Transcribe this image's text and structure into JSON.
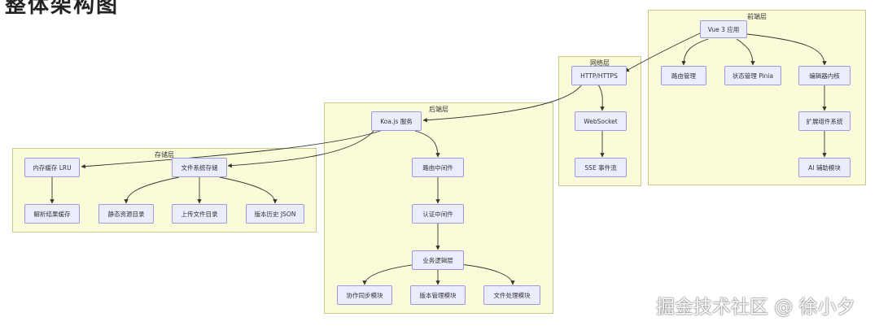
{
  "page_heading": "整体架构图",
  "layers": {
    "frontend": "前端层",
    "network": "网络层",
    "backend": "后端层",
    "storage": "存储层"
  },
  "nodes": {
    "vue_app": "Vue 3 应用",
    "router_mgmt": "路由管理",
    "state_mgmt": "状态管理 Pinia",
    "editor_core": "编辑器内核",
    "plugin_system": "扩展组件系统",
    "ai_module": "AI 辅助模块",
    "http": "HTTP/HTTPS",
    "websocket": "WebSocket",
    "sse": "SSE 事件流",
    "koa": "Koa.js 服务",
    "route_mw": "路由中间件",
    "auth_mw": "认证中间件",
    "biz_layer": "业务逻辑层",
    "collab_module": "协作同步模块",
    "version_module": "版本管理模块",
    "file_module": "文件处理模块",
    "mem_cache": "内存缓存 LRU",
    "fs_storage": "文件系统存储",
    "parse_cache": "解析结果缓存",
    "static_dir": "静态资源目录",
    "upload_dir": "上传文件目录",
    "version_json": "版本历史 JSON"
  },
  "watermark": "掘金技术社区 @ 徐小夕"
}
